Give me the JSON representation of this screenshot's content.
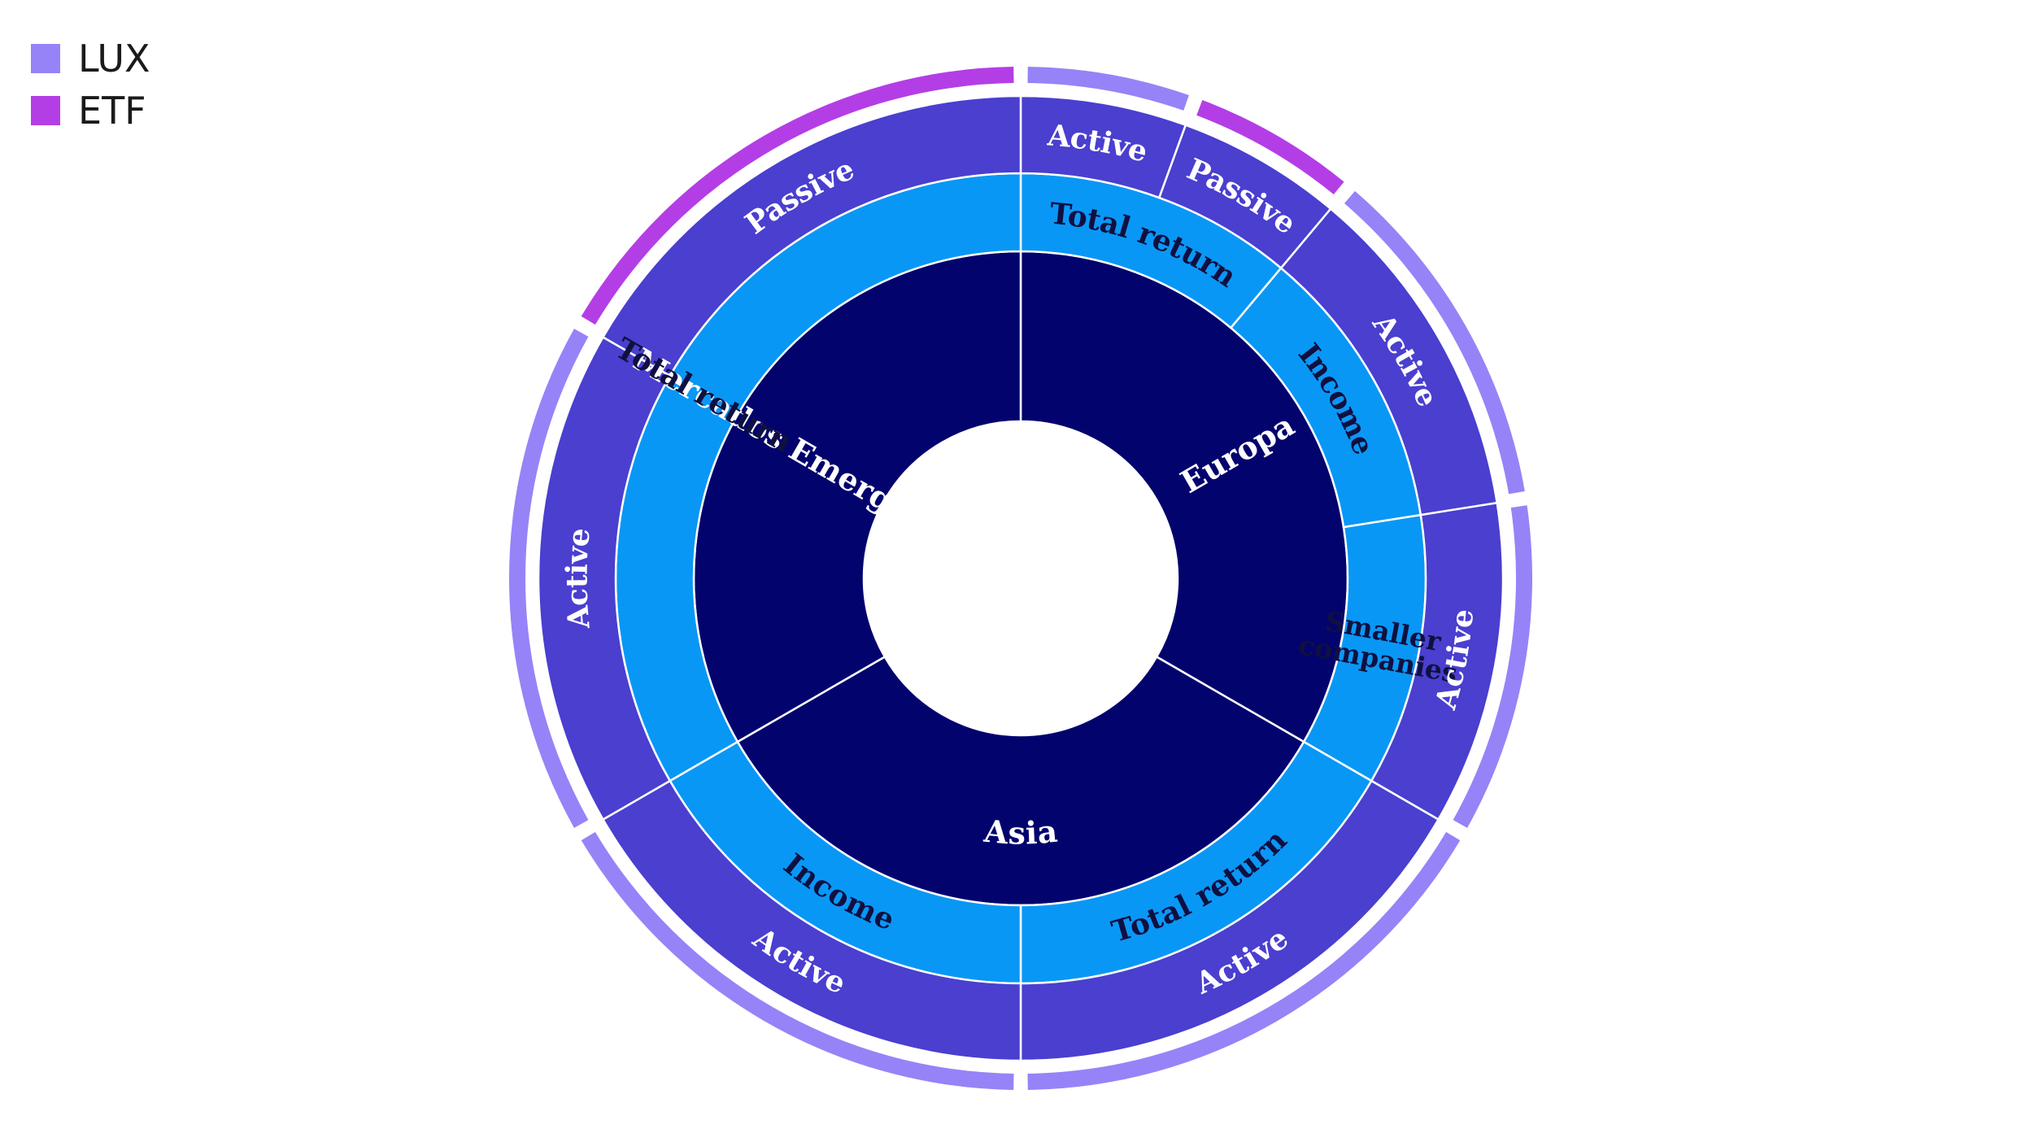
{
  "colors": {
    "lux": "#9683f8",
    "etf": "#b43ee6",
    "region": "#03036e",
    "strategy": "#0997f5",
    "style": "#4a3fcf",
    "divider": "#ffffff",
    "text_light": "#ffffff",
    "text_dark": "#101040"
  },
  "legend": [
    {
      "key": "lux",
      "label": "LUX"
    },
    {
      "key": "etf",
      "label": "ETF"
    }
  ],
  "regions": [
    {
      "label": "Europa",
      "start": 0,
      "end": 120,
      "text": "light",
      "strategies": [
        {
          "label": "Total return",
          "start": 0,
          "end": 40,
          "styles": [
            {
              "label": "Active",
              "start": 0,
              "end": 20,
              "vehicle": "lux"
            },
            {
              "label": "Passive",
              "start": 20,
              "end": 40,
              "vehicle": "etf"
            }
          ]
        },
        {
          "label": "Income",
          "start": 40,
          "end": 81,
          "styles": [
            {
              "label": "Active",
              "start": 40,
              "end": 81,
              "vehicle": "lux"
            }
          ]
        },
        {
          "label": "Smaller companies",
          "lines": [
            "Smaller",
            "companies"
          ],
          "start": 81,
          "end": 120,
          "styles": [
            {
              "label": "Active",
              "start": 81,
              "end": 120,
              "vehicle": "lux"
            }
          ]
        }
      ]
    },
    {
      "label": "Asia",
      "start": 120,
      "end": 240,
      "text": "light",
      "strategies": [
        {
          "label": "Total return",
          "start": 120,
          "end": 180,
          "styles": [
            {
              "label": "Active",
              "start": 120,
              "end": 180,
              "vehicle": "lux"
            }
          ]
        },
        {
          "label": "Income",
          "start": 180,
          "end": 240,
          "styles": [
            {
              "label": "Active",
              "start": 180,
              "end": 240,
              "vehicle": "lux"
            }
          ]
        }
      ]
    },
    {
      "label": "Mercados Emergentes",
      "start": 240,
      "end": 360,
      "text": "light",
      "strategies": [
        {
          "label": "Total return",
          "start": 240,
          "end": 360,
          "styles": [
            {
              "label": "Active",
              "start": 240,
              "end": 300,
              "vehicle": "lux"
            },
            {
              "label": "Passive",
              "start": 300,
              "end": 360,
              "vehicle": "etf"
            }
          ]
        }
      ]
    }
  ]
}
